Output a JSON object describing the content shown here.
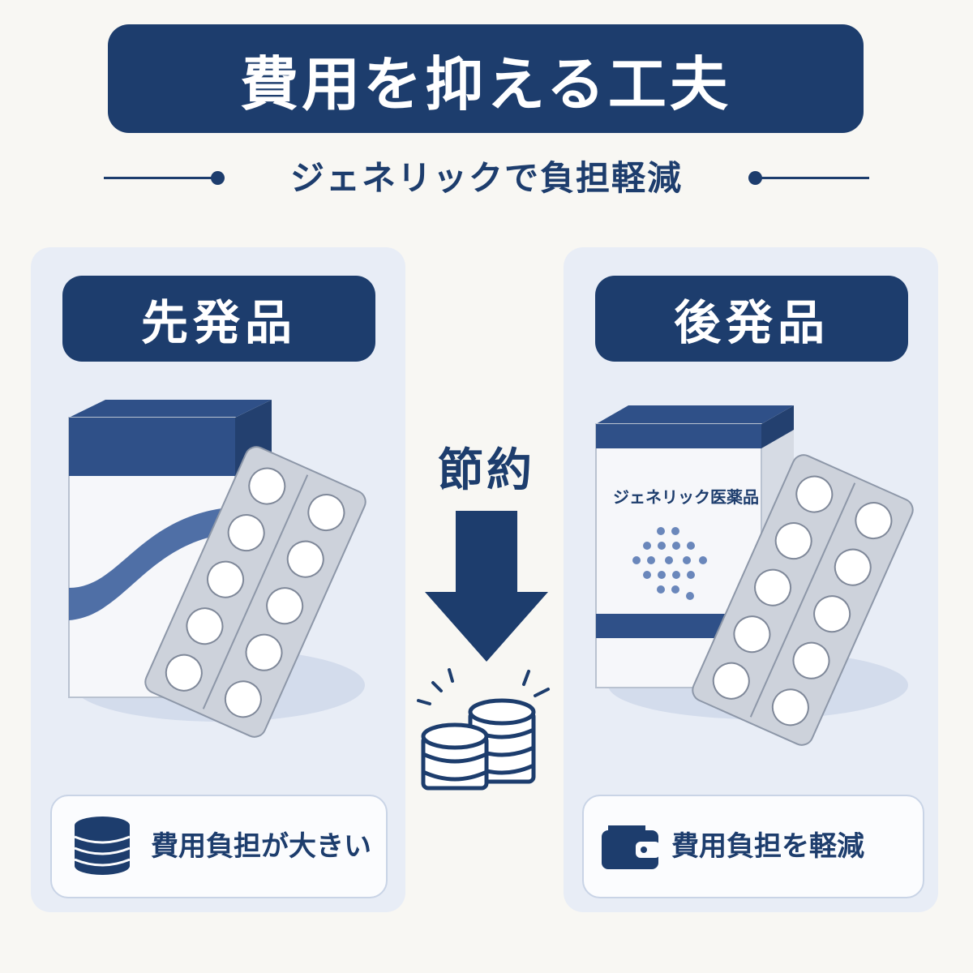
{
  "header": {
    "title": "費用を抑える工夫",
    "subtitle": "ジェネリックで負担軽減"
  },
  "left_panel": {
    "label": "先発品",
    "footer_text": "費用負担が大きい",
    "footer_icon": "coin-stack-icon"
  },
  "right_panel": {
    "label": "後発品",
    "box_text": "ジェネリック医薬品",
    "footer_text": "費用負担を軽減",
    "footer_icon": "wallet-icon"
  },
  "center": {
    "label": "節約",
    "arrow_icon": "down-arrow-icon",
    "coins_icon": "coins-icon"
  },
  "colors": {
    "navy": "#1d3d6d",
    "accent_blue": "#4f6fa6",
    "panel_bg": "#e8edf6",
    "page_bg": "#f8f7f3"
  }
}
